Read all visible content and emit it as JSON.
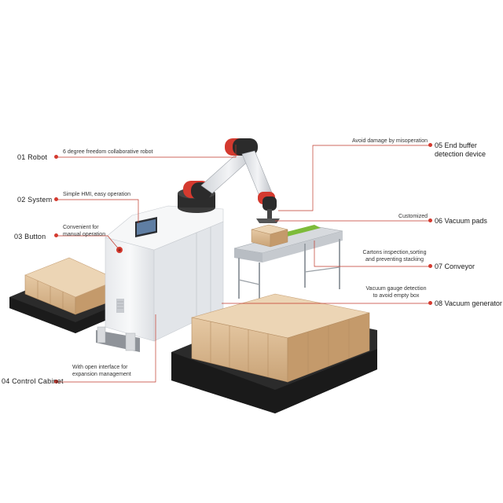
{
  "callouts_left": [
    {
      "label": "01  Robot",
      "desc": "6 degree freedom collaborative robot"
    },
    {
      "label": "02  System",
      "desc": "Simple HMI, easy operation"
    },
    {
      "label": "03  Button",
      "desc": "Convenient for\nmanual operation"
    },
    {
      "label": "04 Control Cabinet",
      "desc": "With open interface for\nexpansion management"
    }
  ],
  "callouts_right": [
    {
      "label": "05 End buffer\ndetection device",
      "desc": "Avoid damage by misoperation"
    },
    {
      "label": "06 Vacuum pads",
      "desc": "Customized"
    },
    {
      "label": "07 Conveyor",
      "desc": "Cartons inspection,sorting\nand preventing stacking"
    },
    {
      "label": "08 Vacuum generator",
      "desc": "Vacuum gauge detection\nto avoid empty box"
    }
  ],
  "colors": {
    "accent_red": "#d43a2f",
    "line_red": "#c0392b",
    "cabinet": "#f1f2f4",
    "pallet": "#2b2b2b",
    "carton": "#d8b48c"
  }
}
